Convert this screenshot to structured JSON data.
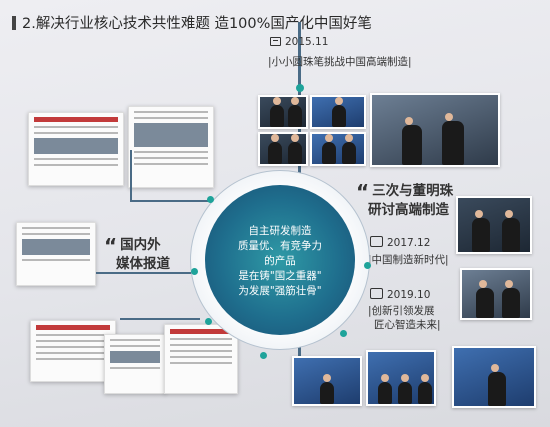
{
  "title": "2.解决行业核心技术共性难题 造100%国产化中国好笔",
  "events": [
    {
      "date": "2015.11",
      "caption": "|小小圆珠笔挑战中国高端制造|"
    },
    {
      "caption_line1": "三次与董明珠",
      "caption_line2": "研讨高端制造"
    },
    {
      "date": "2017.12",
      "caption": "|中国制造新时代|"
    },
    {
      "date": "2019.10",
      "caption_line1": "|创新引领发展",
      "caption_line2": "匠心智造未来|"
    }
  ],
  "media": {
    "line1": "国内外",
    "line2": "媒体报道"
  },
  "center": [
    "自主研发制造",
    "质量优、有竞争力",
    "的产品",
    "是在铸\"国之重器\"",
    "为发展\"强筋壮骨\""
  ],
  "colors": {
    "accent": "#1ea39a",
    "line": "#4a6b86",
    "circle": "#1f6f8e"
  }
}
